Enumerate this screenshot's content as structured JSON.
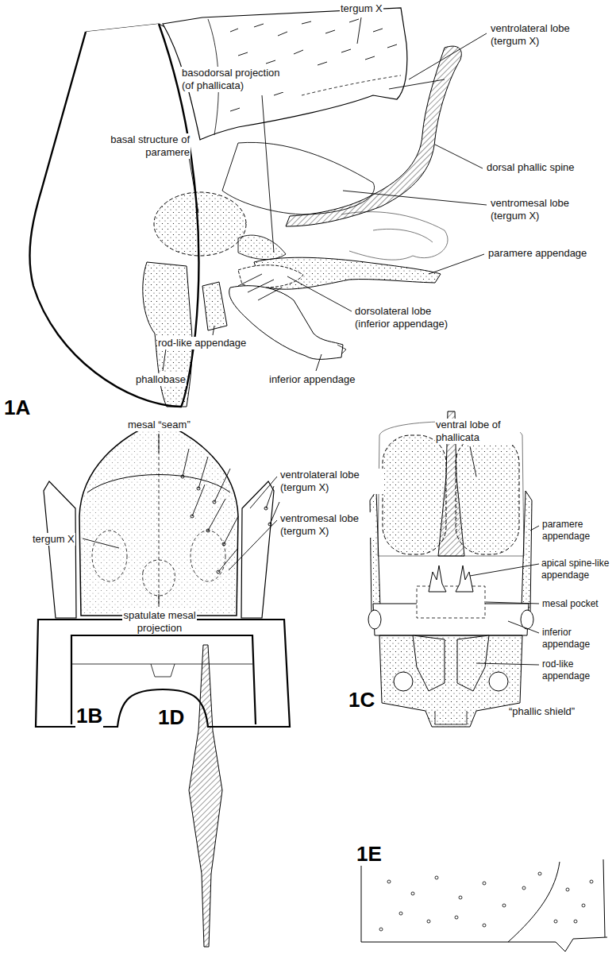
{
  "diagram": {
    "labels": [
      "tergum X",
      "ventrolateral lobe (tergum X)",
      "basodorsal projection (of phallicata)",
      "dorsal phallic spine",
      "ventromesal lobe (tergum X)",
      "basal structure of paramere",
      "paramere appendage",
      "dorsolateral lobe (inferior appendage)",
      "rod-like appendage",
      "phallobase",
      "inferior appendage",
      "1A",
      "mesal “seam”",
      "ventrolateral lobe (tergum X)",
      "tergum X",
      "ventromesal lobe (tergum X)",
      "spatulate mesal projection",
      "1B",
      "ventral lobe of phallicata",
      "paramere appendage",
      "apical spine-like appendage",
      "mesal pocket",
      "inferior appendage",
      "rod-like appendage",
      "“phallic shield”",
      "1C",
      "1D",
      "1E"
    ]
  }
}
